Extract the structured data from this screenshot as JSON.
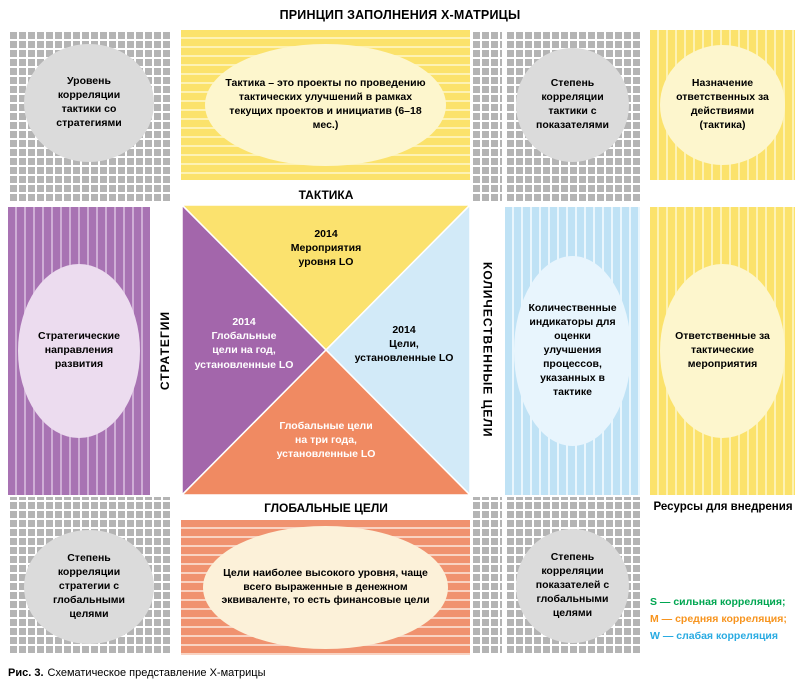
{
  "title": "ПРИНЦИП ЗАПОЛНЕНИЯ Х-МАТРИЦЫ",
  "labels": {
    "tactics": "ТАКТИКА",
    "strategies": "СТРАТЕГИИ",
    "quantitative_goals": "КОЛИЧЕСТВЕННЫЕ ЦЕЛИ",
    "global_goals": "ГЛОБАЛЬНЫЕ ЦЕЛИ",
    "resources": "Ресурсы для внедрения"
  },
  "cells": {
    "top_left": "Уровень корреляции тактики со стратегиями",
    "top_center": "Тактика – это проекты по проведению тактических улучшений в рамках текущих проектов и инициатив (6–18 мес.)",
    "top_mid_right": "Степень корреляции тактики с показателями",
    "top_right": "Назначение ответственных за действиями (тактика)",
    "mid_left": "Стратегические направления развития",
    "mid_right_blue": "Количественные индикаторы для оценки улучшения процессов, указанных в тактике",
    "mid_right_yellow": "Ответственные за тактические мероприятия",
    "bottom_left": "Степень корреляции стратегии с глобальными целями",
    "bottom_center": "Цели наиболее высокого уровня, чаще всего выраженные в денежном эквиваленте, то есть финансовые цели",
    "bottom_mid_right": "Степень корреляции показателей с глобальными целями"
  },
  "matrix": {
    "top": "2014\nМероприятия\nуровня LO",
    "left": "2014\nГлобальные\nцели на год,\nустановленные LO",
    "right": "2014\nЦели,\nустановленные LO",
    "bottom": "Глобальные цели\nна три года,\nустановленные LO"
  },
  "colors": {
    "matrix_top": "#fbe26e",
    "matrix_left": "#a366ab",
    "matrix_right": "#d2eaf8",
    "matrix_bottom": "#f08a62"
  },
  "legend": [
    {
      "key": "S",
      "text": "S — сильная корреляция;",
      "color": "#00a651"
    },
    {
      "key": "M",
      "text": "M — средняя корреляция;",
      "color": "#f7941e"
    },
    {
      "key": "W",
      "text": "W — слабая корреляция",
      "color": "#29abe2"
    }
  ],
  "caption": {
    "prefix": "Рис. 3.",
    "text": "Схематическое представление Х-матрицы"
  }
}
